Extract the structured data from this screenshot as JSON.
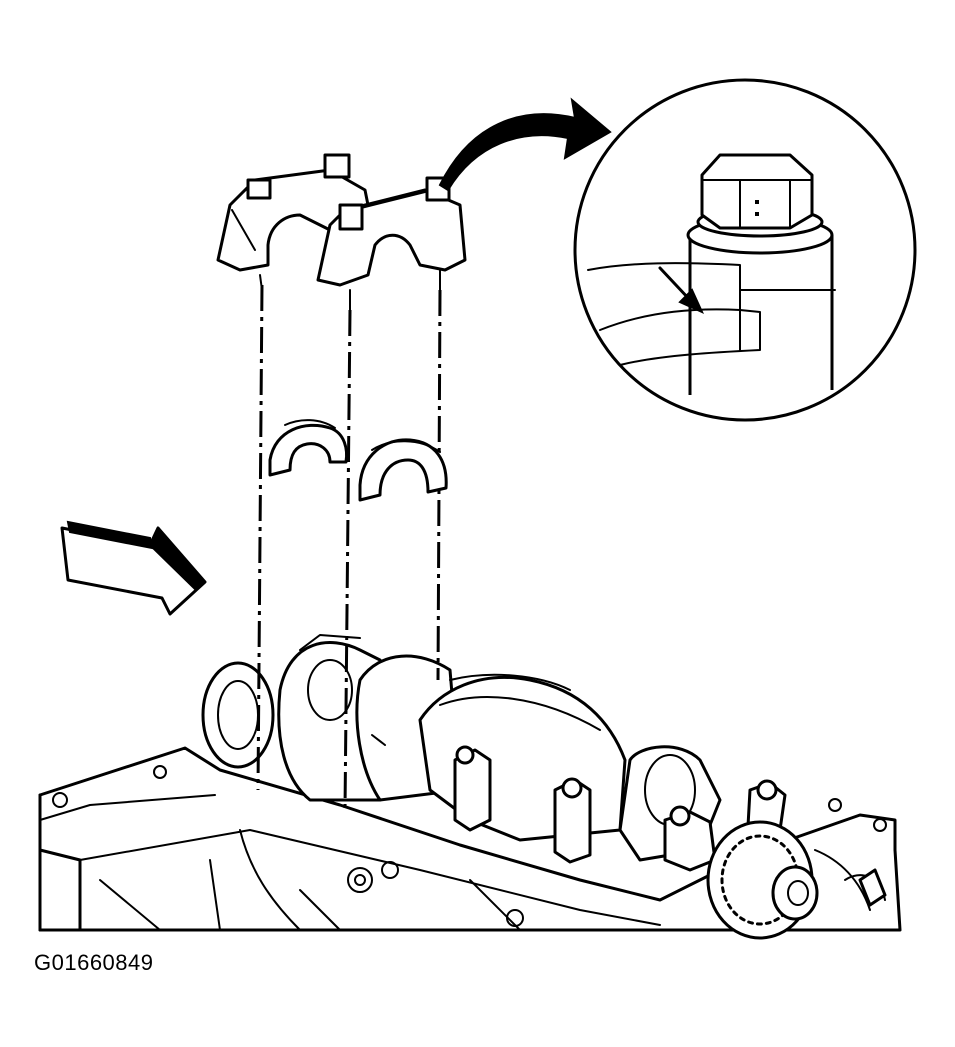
{
  "figure": {
    "code": "G01660849"
  },
  "colors": {
    "background": "#ffffff",
    "ink": "#000000"
  },
  "icons": {
    "view_arrow": "view-direction-arrow",
    "detail_arrow": "detail-callout-arrow",
    "indicator_arrow": "detail-indicator-arrow"
  }
}
